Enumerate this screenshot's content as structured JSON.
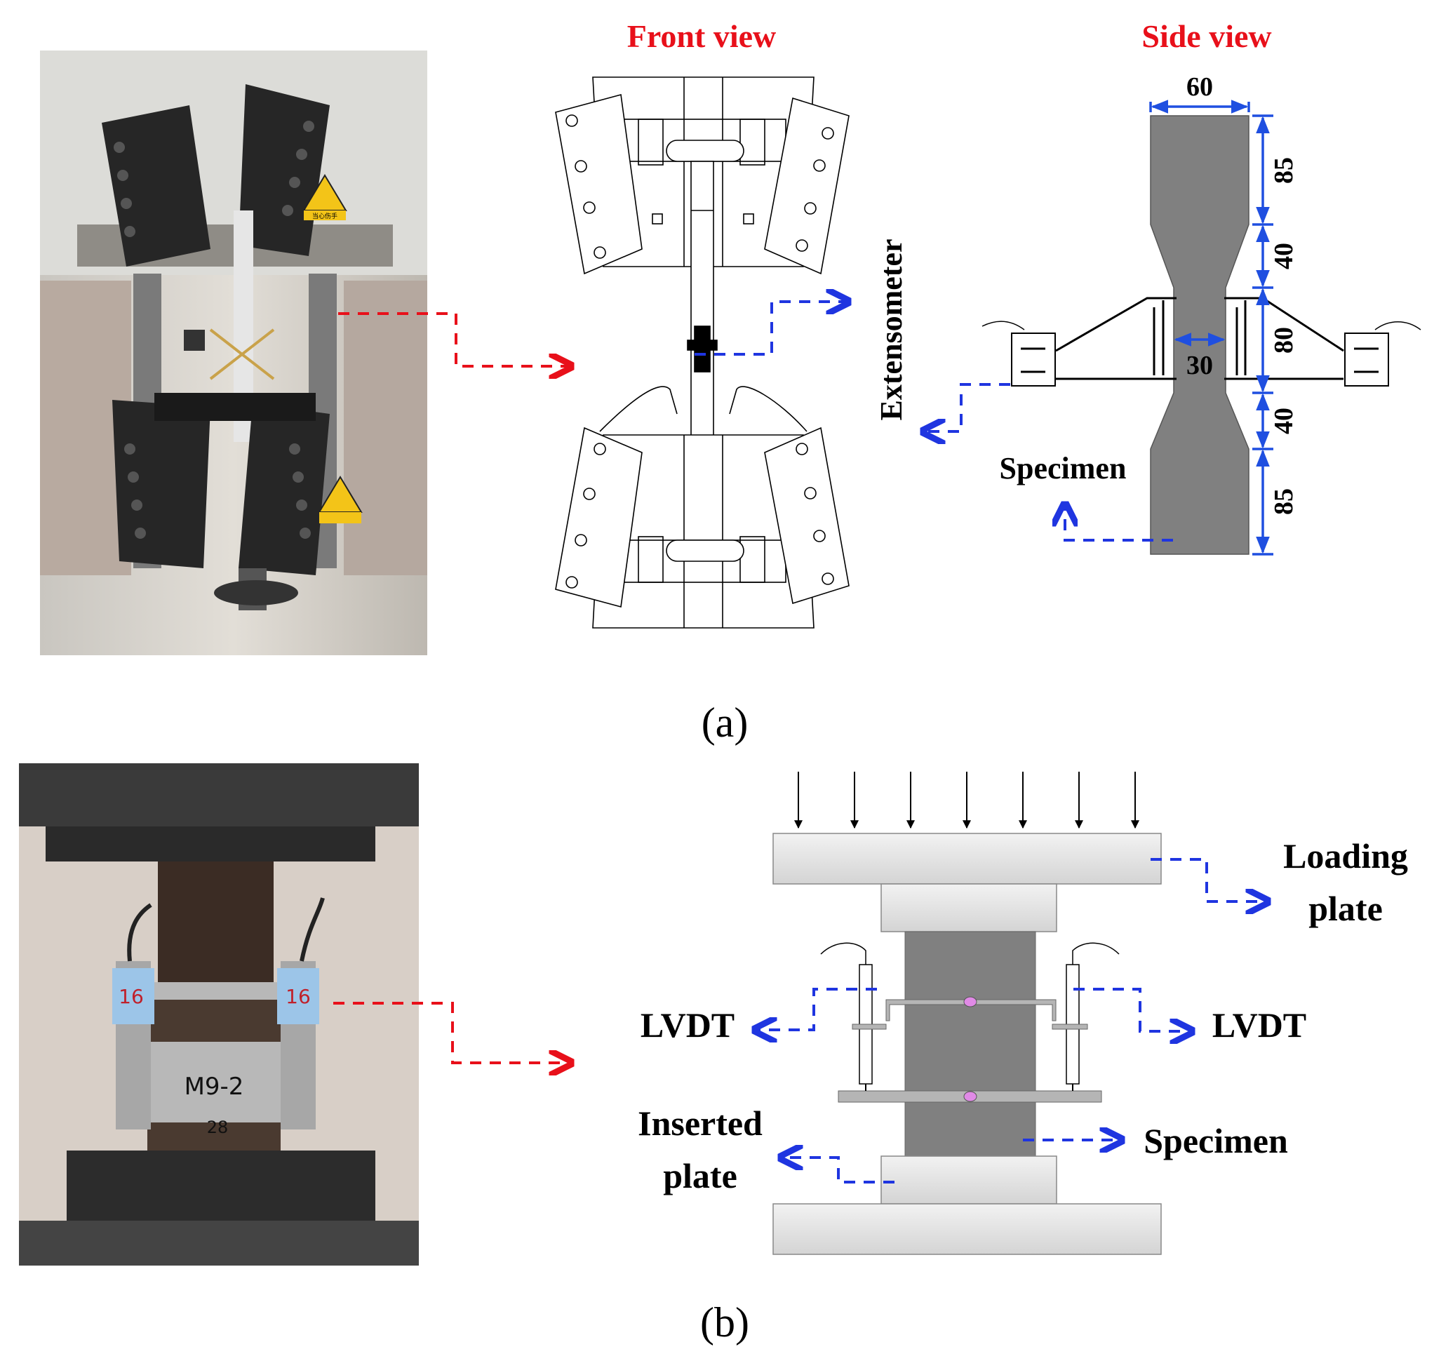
{
  "panel_a": {
    "front_view_title": "Front view",
    "side_view_title": "Side view",
    "extensometer_label": "Extensometer",
    "specimen_label": "Specimen",
    "dims": {
      "width_top": "60",
      "gauge_width": "30",
      "d1": "85",
      "d2": "40",
      "d3": "80",
      "d4": "40",
      "d5": "85"
    },
    "caption": "(a)",
    "photo_sign_text": "当心伤手"
  },
  "panel_b": {
    "loading_plate_label_line1": "Loading",
    "loading_plate_label_line2": "plate",
    "lvdt_left_label": "LVDT",
    "lvdt_right_label": "LVDT",
    "specimen_label": "Specimen",
    "inserted_plate_label_line1": "Inserted",
    "inserted_plate_label_line2": "plate",
    "caption": "(b)",
    "photo_marking_1": "M9-2",
    "photo_marking_2": "28",
    "photo_tag": "16"
  },
  "colors": {
    "title_red": "#e8101a",
    "leader_red": "#e8101a",
    "leader_blue": "#1f35e0",
    "dim_blue": "#1f4fe0",
    "specimen_gray": "#808080"
  }
}
